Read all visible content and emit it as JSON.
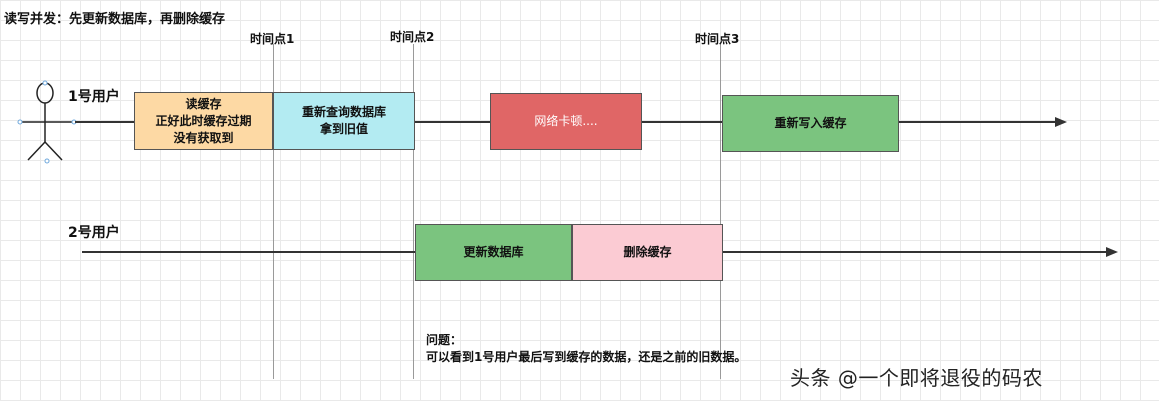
{
  "title": "读写并发：先更新数据库，再删除缓存",
  "time_points": [
    "时间点1",
    "时间点2",
    "时间点3"
  ],
  "users": {
    "user1": "1号用户",
    "user2": "2号用户"
  },
  "user1_steps": [
    {
      "text": "读缓存\n正好此时缓存过期\n没有获取到",
      "color": "#fdd9a4"
    },
    {
      "text": "重新查询数据库\n拿到旧值",
      "color": "#b3ebf2"
    },
    {
      "text": "网络卡顿....",
      "color": "#e06666"
    },
    {
      "text": "重新写入缓存",
      "color": "#7bc47f"
    }
  ],
  "user2_steps": [
    {
      "text": "更新数据库",
      "color": "#7bc47f"
    },
    {
      "text": "删除缓存",
      "color": "#fbcbd3"
    }
  ],
  "question": {
    "label": "问题：",
    "text": "可以看到1号用户最后写到缓存的数据，还是之前的旧数据。"
  },
  "watermark": "头条 @一个即将退役的码农"
}
